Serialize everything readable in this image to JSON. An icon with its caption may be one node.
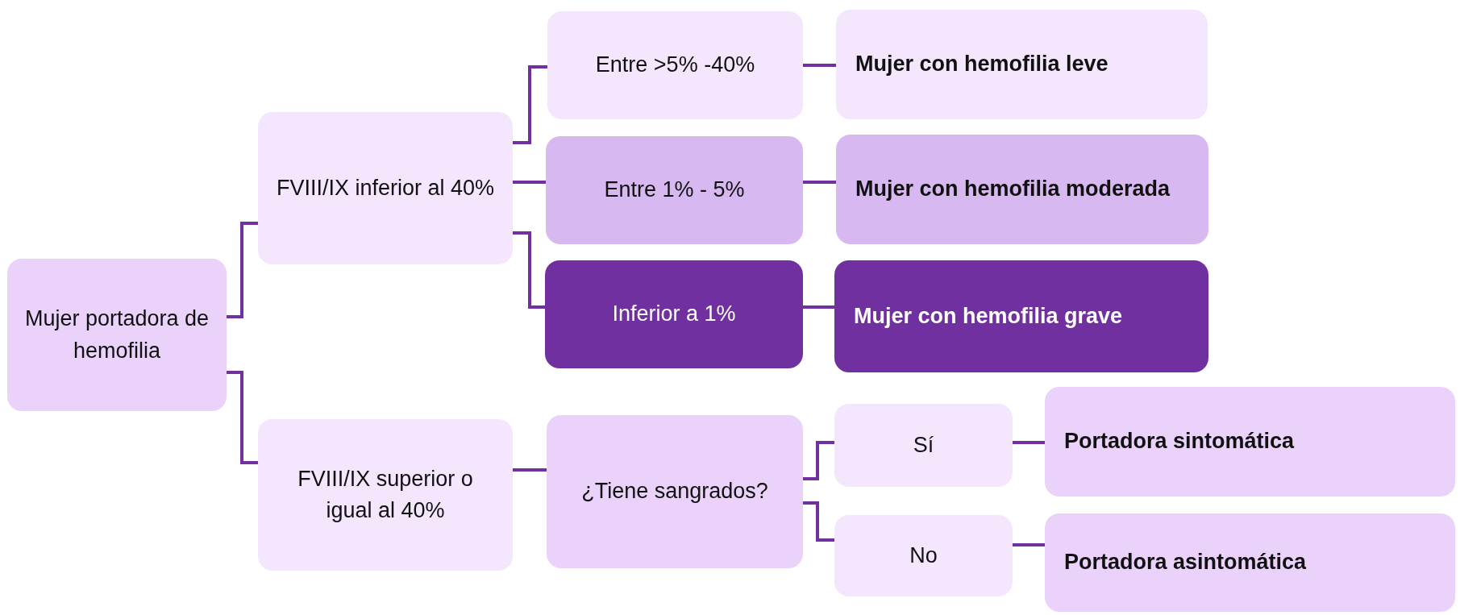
{
  "diagram": {
    "nodes": [
      {
        "text": [
          "Mujer portadora de hemofilia"
        ]
      },
      {
        "text": [
          "FVIII/IX inferior al 40%"
        ]
      },
      {
        "text": [
          "Entre >5% -40%"
        ]
      },
      {
        "text": [
          "Mujer con hemofilia leve"
        ]
      },
      {
        "text": [
          "Entre 1% - 5%"
        ]
      },
      {
        "text": [
          "Mujer con hemofilia moderada"
        ]
      },
      {
        "text": [
          "Inferior a 1%"
        ]
      },
      {
        "text": [
          "Mujer con hemofilia grave"
        ]
      },
      {
        "text": [
          "FVIII/IX superior o igual al 40%"
        ]
      },
      {
        "text": [
          "¿Tiene sangrados?"
        ]
      },
      {
        "text": [
          "Sí"
        ]
      },
      {
        "text": [
          "Portadora sintomática"
        ]
      },
      {
        "text": [
          "No"
        ]
      },
      {
        "text": [
          "Portadora asintomática"
        ]
      }
    ],
    "edges": [
      {
        "from": 0,
        "to": 1,
        "arrow": "none"
      },
      {
        "from": 0,
        "to": 8,
        "arrow": "none"
      },
      {
        "from": 1,
        "to": 2,
        "arrow": "none"
      },
      {
        "from": 1,
        "to": 4,
        "arrow": "none"
      },
      {
        "from": 1,
        "to": 6,
        "arrow": "none"
      },
      {
        "from": 2,
        "to": 3,
        "arrow": "none"
      },
      {
        "from": 4,
        "to": 5,
        "arrow": "none"
      },
      {
        "from": 6,
        "to": 7,
        "arrow": "none"
      },
      {
        "from": 8,
        "to": 9,
        "arrow": "none"
      },
      {
        "from": 9,
        "to": 10,
        "arrow": "none"
      },
      {
        "from": 9,
        "to": 12,
        "arrow": "none"
      },
      {
        "from": 10,
        "to": 11,
        "arrow": "none"
      },
      {
        "from": 12,
        "to": 13,
        "arrow": "none"
      }
    ]
  }
}
